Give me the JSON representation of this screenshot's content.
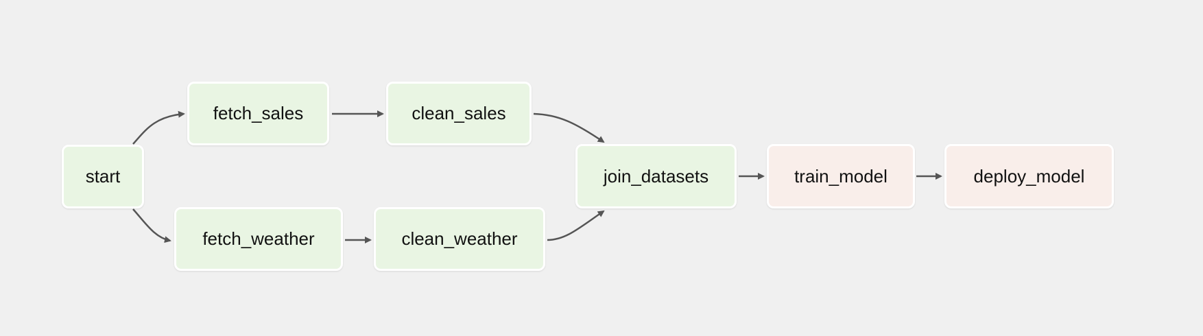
{
  "graph": {
    "nodes": [
      {
        "id": "start",
        "label": "start",
        "state": "success"
      },
      {
        "id": "fetch_sales",
        "label": "fetch_sales",
        "state": "success"
      },
      {
        "id": "clean_sales",
        "label": "clean_sales",
        "state": "success"
      },
      {
        "id": "fetch_weather",
        "label": "fetch_weather",
        "state": "success"
      },
      {
        "id": "clean_weather",
        "label": "clean_weather",
        "state": "success"
      },
      {
        "id": "join_datasets",
        "label": "join_datasets",
        "state": "success"
      },
      {
        "id": "train_model",
        "label": "train_model",
        "state": "pending"
      },
      {
        "id": "deploy_model",
        "label": "deploy_model",
        "state": "pending"
      }
    ],
    "edges": [
      {
        "from": "start",
        "to": "fetch_sales"
      },
      {
        "from": "start",
        "to": "fetch_weather"
      },
      {
        "from": "fetch_sales",
        "to": "clean_sales"
      },
      {
        "from": "fetch_weather",
        "to": "clean_weather"
      },
      {
        "from": "clean_sales",
        "to": "join_datasets"
      },
      {
        "from": "clean_weather",
        "to": "join_datasets"
      },
      {
        "from": "join_datasets",
        "to": "train_model"
      },
      {
        "from": "train_model",
        "to": "deploy_model"
      }
    ]
  },
  "colors": {
    "background": "#f0f0f0",
    "node_border": "#ffffff",
    "edge": "#555555",
    "state_success": "#e9f5e3",
    "state_pending": "#f9eeea"
  }
}
